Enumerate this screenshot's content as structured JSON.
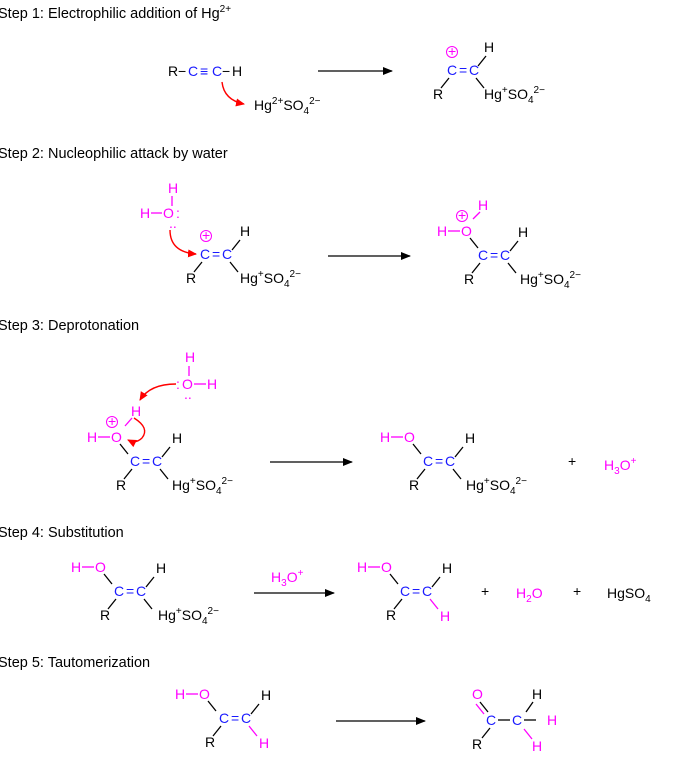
{
  "steps": [
    {
      "title": "Step 1: Electrophilic addition of Hg",
      "sup": "2+"
    },
    {
      "title": "Step 2: Nucleophilic attack by water"
    },
    {
      "title": "Step 3: Deprotonation"
    },
    {
      "title": "Step 4: Substitution"
    },
    {
      "title": "Step 5: Tautomerization"
    }
  ],
  "atoms": {
    "R": "R",
    "C": "C",
    "H": "H",
    "O": "O",
    "Hg": "Hg",
    "SO": "SO",
    "four": "4",
    "plus": "+",
    "twoplus": "2+",
    "twominus": "2−",
    "triple": "≡",
    "double": "=",
    "dash": "−",
    "lone": ":",
    "three": "3",
    "two": "2"
  },
  "species": {
    "hgso4": "HgSO",
    "hgso4_sub": "4",
    "reagent_h3o": "H3O+"
  },
  "colors": {
    "black": "#000000",
    "blue": "#1a1aff",
    "magenta": "#ff00ff",
    "red": "#ff0000"
  }
}
